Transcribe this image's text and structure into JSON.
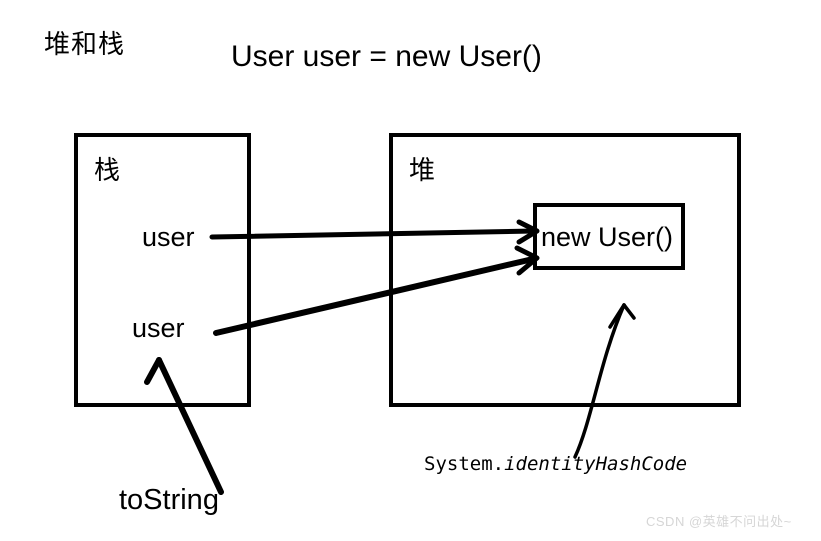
{
  "title": "堆和栈",
  "code_line": "User user = new User()",
  "stack": {
    "label": "栈",
    "variables": [
      "user",
      "user"
    ]
  },
  "heap": {
    "label": "堆",
    "object_label": "new User()"
  },
  "annotations": {
    "tostring": "toString",
    "identity_prefix": "System.",
    "identity_method": "identityHashCode"
  },
  "watermark": "CSDN @英雄不问出处~",
  "colors": {
    "ink": "#000000",
    "background": "#ffffff",
    "watermark": "#d6d6d6"
  }
}
